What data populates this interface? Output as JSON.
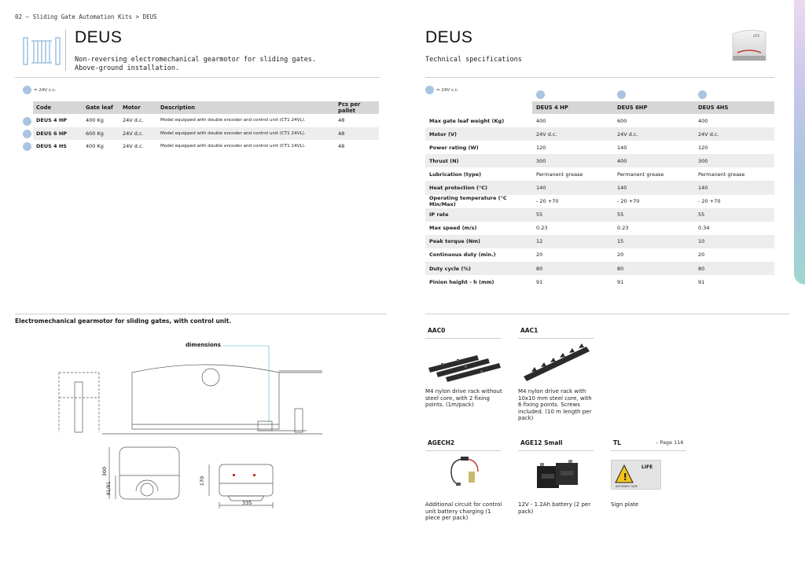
{
  "header": {
    "breadcrumb": "02 – Sliding Gate Automation Kits > DEUS",
    "title_left": "DEUS",
    "subtitle_left": "Non-reversing electromechanical gearmotor for sliding gates.\nAbove-ground installation.",
    "title_right": "DEUS",
    "subtitle_right": "Technical specifications"
  },
  "legend": {
    "left": "= 24V c.c.",
    "right": "= 24V c.c."
  },
  "models": {
    "headers": [
      "Code",
      "Gate leaf",
      "Motor",
      "Description",
      "Pcs per pallet"
    ],
    "rows": [
      [
        "DEUS 4 HP",
        "400 Kg",
        "24V d.c.",
        "Model equipped with double encoder and control unit (CT1 24VL).",
        "48"
      ],
      [
        "DEUS 6 HP",
        "600 Kg",
        "24V d.c.",
        "Model equipped with double encoder and control unit (CT1 24VL).",
        "48"
      ],
      [
        "DEUS 4 HS",
        "400 Kg",
        "24V d.c.",
        "Model equipped with double encoder and control unit (CT1 24VL).",
        "48"
      ]
    ]
  },
  "specs": {
    "headers": [
      "DEUS 4 HP",
      "DEUS 6HP",
      "DEUS 4HS"
    ],
    "rows": [
      [
        "Max gate leaf weight (Kg)",
        "400",
        "600",
        "400"
      ],
      [
        "Motor (V)",
        "24V d.c.",
        "24V d.c.",
        "24V d.c."
      ],
      [
        "Power rating (W)",
        "120",
        "140",
        "120"
      ],
      [
        "Thrust (N)",
        "300",
        "400",
        "300"
      ],
      [
        "Lubrication (type)",
        "Permanent grease",
        "Permanent grease",
        "Permanent grease"
      ],
      [
        "Heat protection (°C)",
        "140",
        "140",
        "140"
      ],
      [
        "Operating temperature (°C Min/Max)",
        "- 20 +70",
        "- 20 +70",
        "- 20 +70"
      ],
      [
        "IP rate",
        "55",
        "55",
        "55"
      ],
      [
        "Max speed (m/s)",
        "0.23",
        "0.23",
        "0.34"
      ],
      [
        "Peak torque (Nm)",
        "12",
        "15",
        "10"
      ],
      [
        "Continuous duty (min.)",
        "20",
        "20",
        "20"
      ],
      [
        "Duty cycle (%)",
        "80",
        "80",
        "80"
      ],
      [
        "Pinion height - h (mm)",
        "91",
        "91",
        "91"
      ]
    ]
  },
  "bottom": {
    "heading": "Electromechanical gearmotor for sliding gates, with control unit.",
    "dimensions_label": "dimensions",
    "dims": {
      "d300": "300",
      "d8191": "81/91",
      "d170": "170",
      "d335": "335"
    }
  },
  "accessories": {
    "aac0": {
      "code": "AAC0",
      "desc": "M4 nylon drive rack without steel core, with 2 fixing points. (1m/pack)"
    },
    "aac1": {
      "code": "AAC1",
      "desc": "M4 nylon drive rack with 10x10 mm steel core, with 6 fixing points. Screws included. (10 m length per pack)"
    },
    "agech2": {
      "code": "AGECH2",
      "desc": "Additional circuit for control unit battery charging (1 piece per pack)"
    },
    "age12": {
      "code": "AGE12 Small",
      "desc": "12V - 1.2Ah battery (2 per pack)"
    },
    "tl": {
      "code": "TL",
      "desc": "Sign plate",
      "page_ref": "– Page  116",
      "sign_text": "LIFE",
      "sign_caption": "AUTOMATIC GATE"
    }
  },
  "colors": {
    "dot": "#a9c4e0",
    "header_bg": "#d6d6d6",
    "alt_row": "#ededed"
  }
}
